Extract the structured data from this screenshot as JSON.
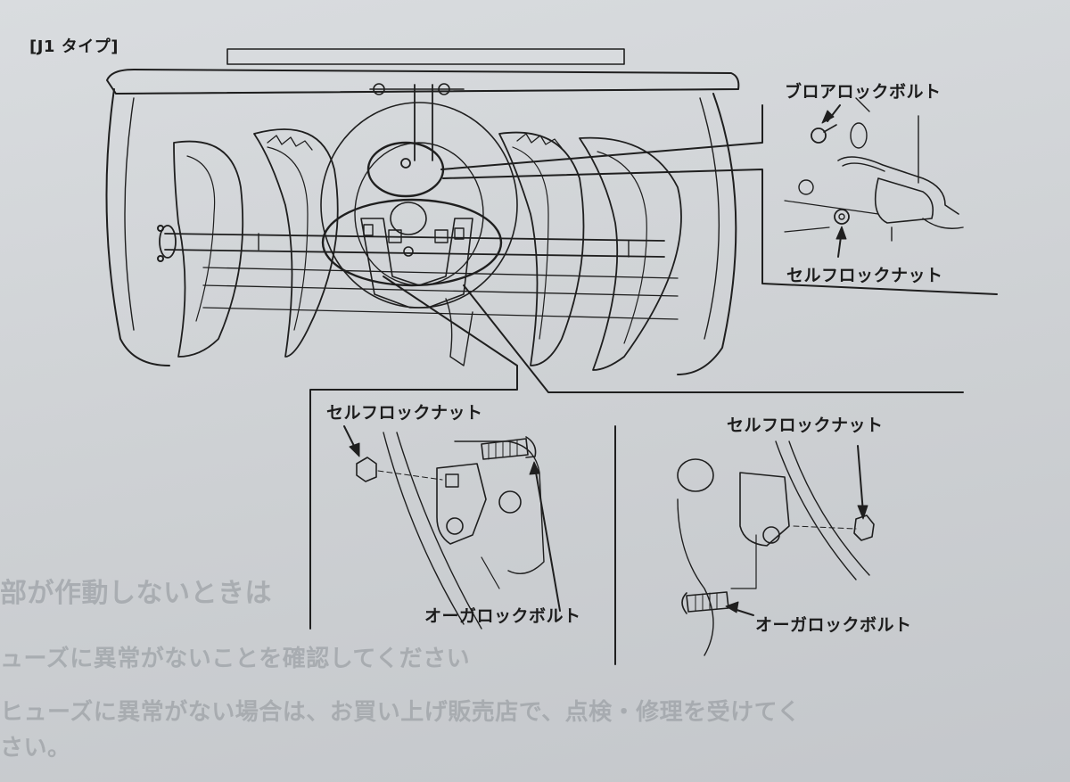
{
  "diagram": {
    "type_tag": "[J1 タイプ]",
    "labels": {
      "blower_lock_bolt": "ブロアロックボルト",
      "self_lock_nut_top": "セルフロックナット",
      "self_lock_nut_left": "セルフロックナット",
      "self_lock_nut_right": "セルフロックナット",
      "auger_lock_bolt_left": "オーガロックボルト",
      "auger_lock_bolt_right": "オーガロックボルト"
    },
    "bleed_through": {
      "heading": "部が作動しないときは",
      "line1": "ューズに異常がないことを確認してください",
      "line2": "ヒューズに異常がない場合は、お買い上げ販売店で、点検・修理を受けてく",
      "line3": "さい。"
    }
  },
  "colors": {
    "ink": "#1c1c1c",
    "paper": "#d4d7da",
    "bleed": "#8e9398"
  }
}
